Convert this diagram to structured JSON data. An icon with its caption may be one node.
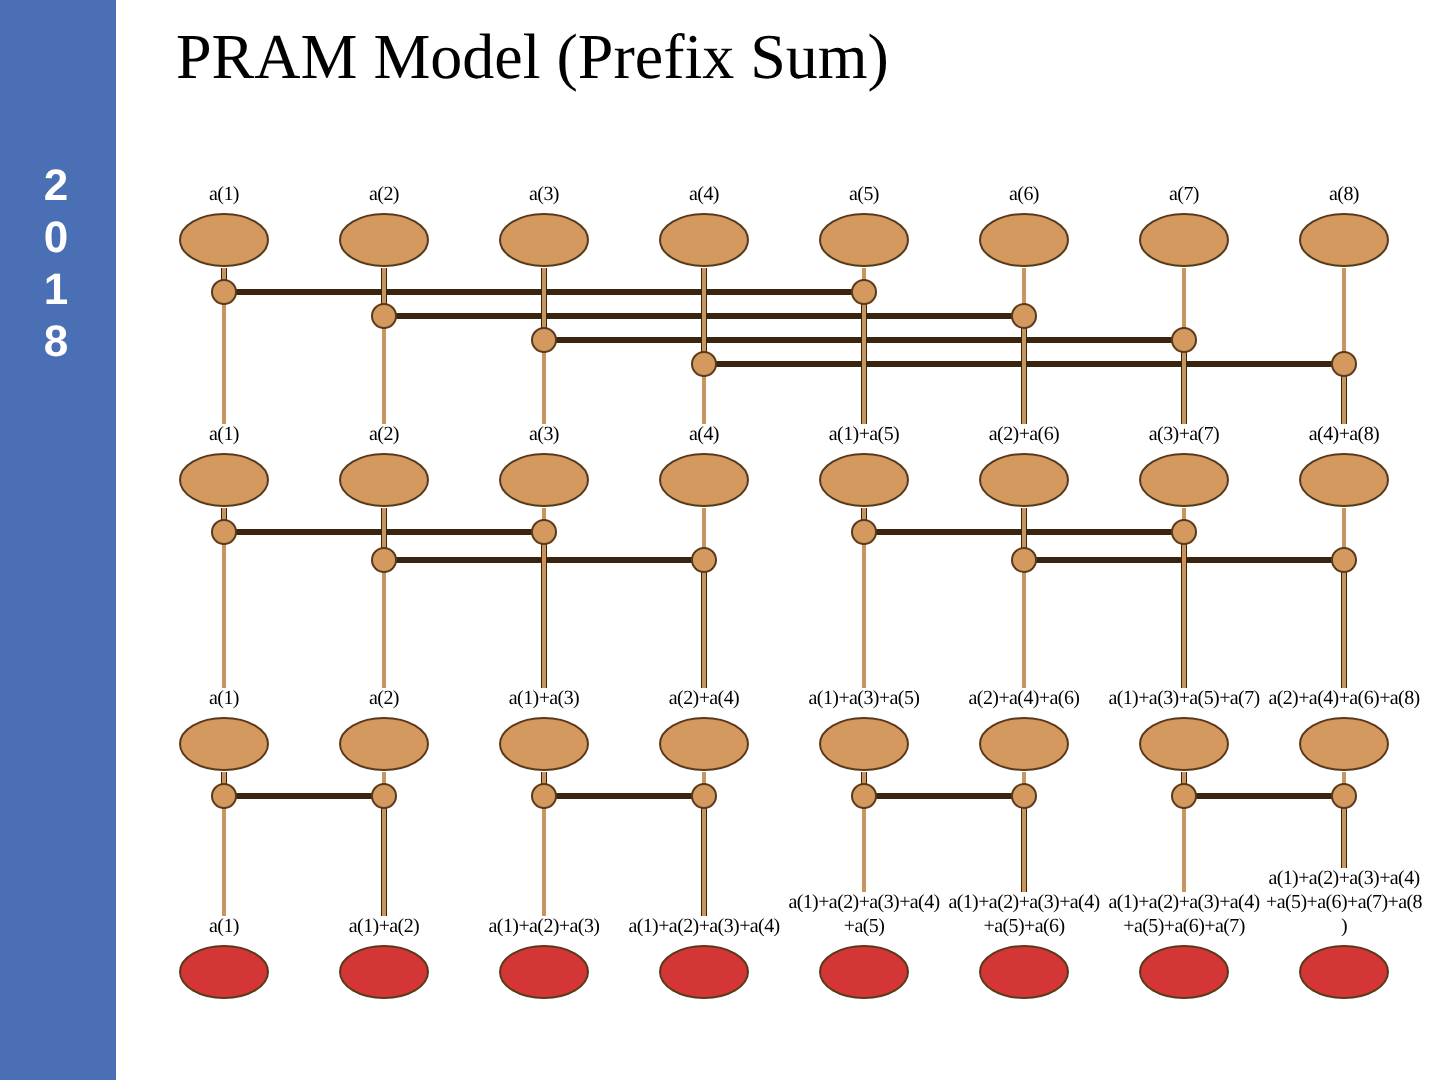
{
  "diagram": {
    "title": "PRAM Model (Prefix Sum)",
    "nodes": [
      {
        "text": [
          "a(1)"
        ]
      },
      {
        "text": [
          "a(2)"
        ]
      },
      {
        "text": [
          "a(3)"
        ]
      },
      {
        "text": [
          "a(4)"
        ]
      },
      {
        "text": [
          "a(5)"
        ]
      },
      {
        "text": [
          "a(6)"
        ]
      },
      {
        "text": [
          "a(7)"
        ]
      },
      {
        "text": [
          "a(8)"
        ]
      },
      {
        "text": [
          "a(1)"
        ]
      },
      {
        "text": [
          "a(2)"
        ]
      },
      {
        "text": [
          "a(3)"
        ]
      },
      {
        "text": [
          "a(4)"
        ]
      },
      {
        "text": [
          "a(1)+a(5)"
        ]
      },
      {
        "text": [
          "a(2)+a(6)"
        ]
      },
      {
        "text": [
          "a(3)+a(7)"
        ]
      },
      {
        "text": [
          "a(4)+a(8)"
        ]
      },
      {
        "text": [
          "a(1)"
        ]
      },
      {
        "text": [
          "a(2)"
        ]
      },
      {
        "text": [
          "a(1)+a(3)"
        ]
      },
      {
        "text": [
          "a(2)+a(4)"
        ]
      },
      {
        "text": [
          "a(1)+a(3)+a(5)"
        ]
      },
      {
        "text": [
          "a(2)+a(4)+a(6)"
        ]
      },
      {
        "text": [
          "a(1)+a(3)+a(5)+a(7)"
        ]
      },
      {
        "text": [
          "a(2)+a(4)+a(6)+a(8)"
        ]
      },
      {
        "text": [
          "a(1)"
        ]
      },
      {
        "text": [
          "a(1)+a(2)"
        ]
      },
      {
        "text": [
          "a(1)+a(2)+a(3)"
        ]
      },
      {
        "text": [
          "a(1)+a(2)+a(3)+a(4)"
        ]
      },
      {
        "text": [
          "a(1)+a(2)+a(3)+a(4)+a(5)"
        ]
      },
      {
        "text": [
          "a(1)+a(2)+a(3)+a(4)+a(5)+a(6)"
        ]
      },
      {
        "text": [
          "a(1)+a(2)+a(3)+a(4) +a(5)+a(6)+a(7)"
        ]
      },
      {
        "text": [
          "a(1)+a(2)+a(3)+a(4) +a(5)+a(6)+a(7)+a(8)"
        ]
      }
    ],
    "edges": [
      {
        "from": 0,
        "to": 8,
        "arrow": "none"
      },
      {
        "from": 1,
        "to": 9,
        "arrow": "none"
      },
      {
        "from": 2,
        "to": 10,
        "arrow": "none"
      },
      {
        "from": 3,
        "to": 11,
        "arrow": "none"
      },
      {
        "from": 4,
        "to": 12,
        "arrow": "none"
      },
      {
        "from": 5,
        "to": 13,
        "arrow": "none"
      },
      {
        "from": 6,
        "to": 14,
        "arrow": "none"
      },
      {
        "from": 7,
        "to": 15,
        "arrow": "none"
      },
      {
        "from": 0,
        "to": 12,
        "arrow": "none",
        "color": "#3a2410"
      },
      {
        "from": 1,
        "to": 13,
        "arrow": "none",
        "color": "#3a2410"
      },
      {
        "from": 2,
        "to": 14,
        "arrow": "none",
        "color": "#3a2410"
      },
      {
        "from": 3,
        "to": 15,
        "arrow": "none",
        "color": "#3a2410"
      },
      {
        "from": 8,
        "to": 16,
        "arrow": "none"
      },
      {
        "from": 9,
        "to": 17,
        "arrow": "none"
      },
      {
        "from": 10,
        "to": 18,
        "arrow": "none"
      },
      {
        "from": 11,
        "to": 19,
        "arrow": "none"
      },
      {
        "from": 12,
        "to": 20,
        "arrow": "none"
      },
      {
        "from": 13,
        "to": 21,
        "arrow": "none"
      },
      {
        "from": 14,
        "to": 22,
        "arrow": "none"
      },
      {
        "from": 15,
        "to": 23,
        "arrow": "none"
      },
      {
        "from": 8,
        "to": 18,
        "arrow": "none",
        "color": "#3a2410"
      },
      {
        "from": 9,
        "to": 19,
        "arrow": "none",
        "color": "#3a2410"
      },
      {
        "from": 12,
        "to": 22,
        "arrow": "none",
        "color": "#3a2410"
      },
      {
        "from": 13,
        "to": 23,
        "arrow": "none",
        "color": "#3a2410"
      },
      {
        "from": 16,
        "to": 24,
        "arrow": "none"
      },
      {
        "from": 17,
        "to": 25,
        "arrow": "none"
      },
      {
        "from": 18,
        "to": 26,
        "arrow": "none"
      },
      {
        "from": 19,
        "to": 27,
        "arrow": "none"
      },
      {
        "from": 20,
        "to": 28,
        "arrow": "none"
      },
      {
        "from": 21,
        "to": 29,
        "arrow": "none"
      },
      {
        "from": 22,
        "to": 30,
        "arrow": "none"
      },
      {
        "from": 23,
        "to": 31,
        "arrow": "none"
      },
      {
        "from": 16,
        "to": 25,
        "arrow": "none",
        "color": "#3a2410"
      },
      {
        "from": 18,
        "to": 27,
        "arrow": "none",
        "color": "#3a2410"
      },
      {
        "from": 20,
        "to": 29,
        "arrow": "none",
        "color": "#3a2410"
      },
      {
        "from": 22,
        "to": 31,
        "arrow": "none",
        "color": "#3a2410"
      }
    ],
    "labels": [
      "2018"
    ]
  }
}
